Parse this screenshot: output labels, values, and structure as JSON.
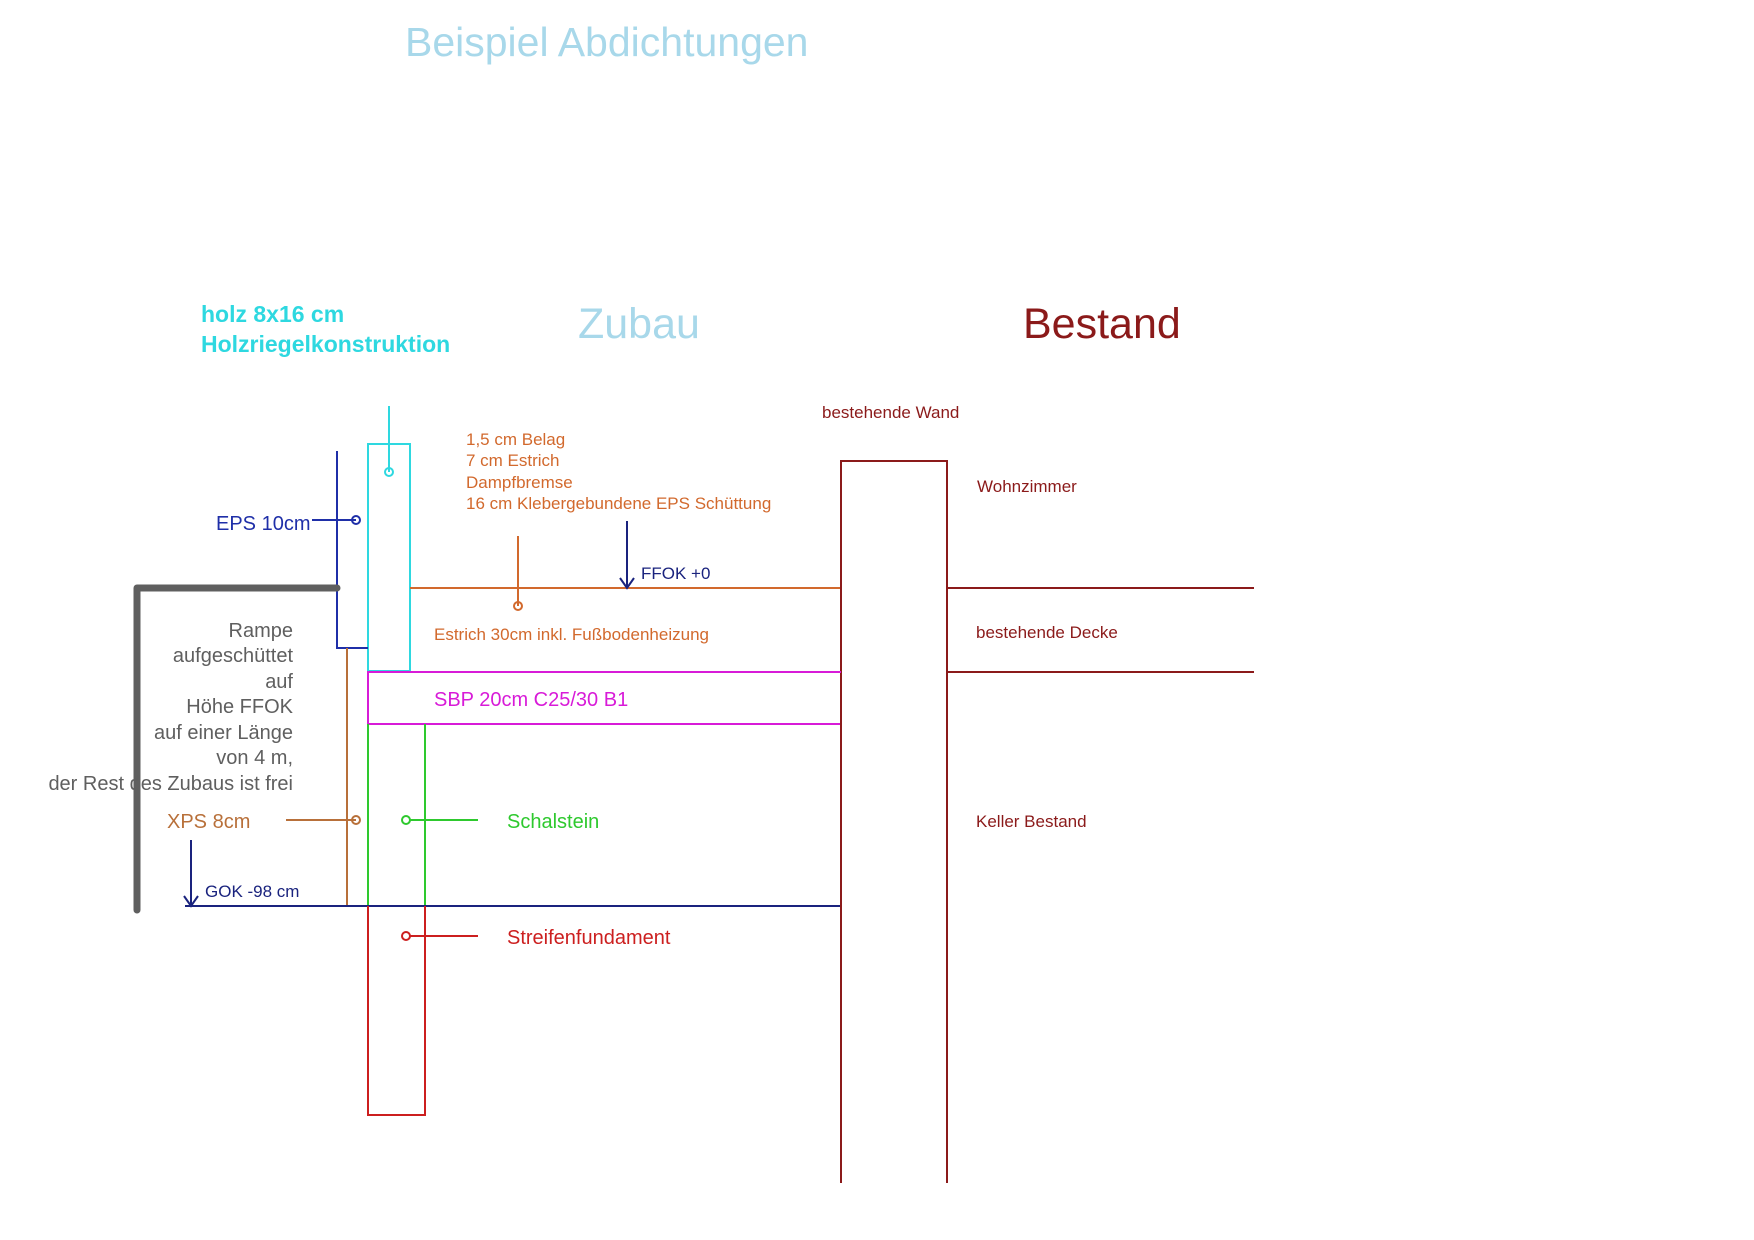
{
  "title": "Beispiel Abdichtungen",
  "headings": {
    "left": "Zubau",
    "right": "Bestand"
  },
  "timber": {
    "line1": "holz 8x16 cm",
    "line2": "Holzriegelkonstruktion"
  },
  "layers": [
    "1,5 cm Belag",
    "7 cm Estrich",
    "Dampfbremse",
    "16 cm Klebergebundene EPS Schüttung"
  ],
  "labels": {
    "eps": "EPS 10cm",
    "ffok": "FFOK +0",
    "estrich": "Estrich 30cm inkl. Fußbodenheizung",
    "sbp": "SBP 20cm C25/30 B1",
    "xps": "XPS 8cm",
    "schalstein": "Schalstein",
    "gok": "GOK -98 cm",
    "streifenfundament": "Streifenfundament",
    "bestehende_wand": "bestehende Wand",
    "wohnzimmer": "Wohnzimmer",
    "bestehende_decke": "bestehende Decke",
    "keller": "Keller Bestand"
  },
  "ramp_note": [
    "Rampe",
    "aufgeschüttet",
    "auf",
    "Höhe FFOK",
    "auf einer Länge",
    "von 4 m,",
    "der Rest des Zubaus ist frei"
  ],
  "colors": {
    "title": "#a8d8ea",
    "bestand": "#8b1a1a",
    "cyan": "#2ed8e0",
    "navy": "#1a237e",
    "blue": "#1f2fa8",
    "orange": "#d2692d",
    "magenta": "#d81bd8",
    "green": "#2ec92e",
    "red": "#cc1f1f",
    "darkred": "#8b1a1a",
    "gray": "#5f5f5f",
    "tan": "#b8703a"
  }
}
